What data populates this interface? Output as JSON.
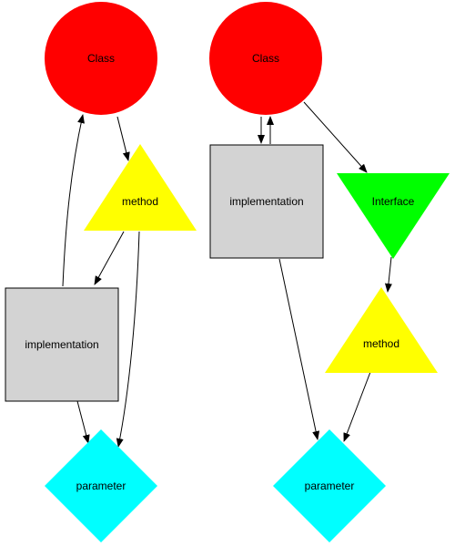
{
  "colors": {
    "class": "#ff0000",
    "method": "#ffff00",
    "implementation": "#d3d3d3",
    "parameter": "#00ffff",
    "interface": "#00ff00",
    "edge": "#000000"
  },
  "graph1": {
    "class_label": "Class",
    "method_label": "method",
    "implementation_label": "implementation",
    "parameter_label": "parameter"
  },
  "graph2": {
    "class_label": "Class",
    "implementation_label": "implementation",
    "interface_label": "Interface",
    "method_label": "method",
    "parameter_label": "parameter"
  },
  "edges": [
    {
      "from": "class",
      "to": "method",
      "graph": 1
    },
    {
      "from": "method",
      "to": "implementation",
      "graph": 1
    },
    {
      "from": "implementation",
      "to": "class",
      "graph": 1
    },
    {
      "from": "method",
      "to": "parameter",
      "graph": 1
    },
    {
      "from": "implementation",
      "to": "parameter",
      "graph": 1
    },
    {
      "from": "class",
      "to": "implementation",
      "graph": 2
    },
    {
      "from": "implementation",
      "to": "class",
      "graph": 2
    },
    {
      "from": "class",
      "to": "interface",
      "graph": 2
    },
    {
      "from": "interface",
      "to": "method",
      "graph": 2
    },
    {
      "from": "implementation",
      "to": "parameter",
      "graph": 2
    },
    {
      "from": "method",
      "to": "parameter",
      "graph": 2
    }
  ]
}
